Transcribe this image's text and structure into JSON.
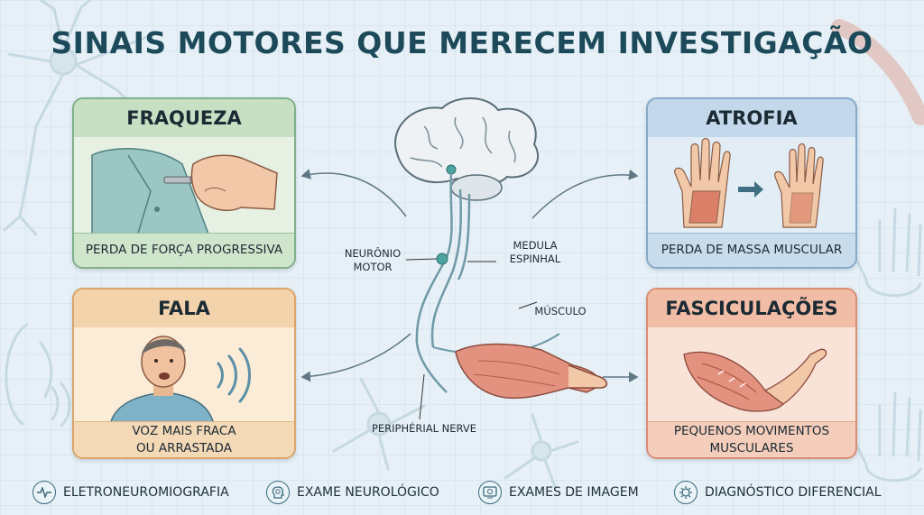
{
  "title": "SINAIS MOTORES QUE MERECEM INVESTIGAÇÃO",
  "cards": {
    "fraqueza": {
      "title": "FRAQUEZA",
      "caption": "PERDA DE FORÇA PROGRESSIVA"
    },
    "fala": {
      "title": "FALA",
      "caption_line1": "VOZ MAIS FRACA",
      "caption_line2": "OU ARRASTADA"
    },
    "atrofia": {
      "title": "ATROFIA",
      "caption": "PERDA DE MASSA MUSCULAR"
    },
    "fasciculacoes": {
      "title": "FASCICULAÇÕES",
      "caption_line1": "PEQUENOS MOVIMENTOS",
      "caption_line2": "MUSCULARES"
    }
  },
  "diagram_labels": {
    "neuronio_line1": "NEURÔNIO",
    "neuronio_line2": "MOTOR",
    "medula_line1": "MEDULA",
    "medula_line2": "ESPINHAL",
    "musculo": "MÚSCULO",
    "nerve": "PERIPHÉRIAL NERVE"
  },
  "bottom_items": [
    {
      "label": "ELETRONEUROMIOGRAFIA",
      "icon": "waveform-icon"
    },
    {
      "label": "EXAME NEUROLÓGICO",
      "icon": "head-brain-icon"
    },
    {
      "label": "EXAMES DE IMAGEM",
      "icon": "scan-monitor-icon"
    },
    {
      "label": "DIAGNÓSTICO DIFERENCIAL",
      "icon": "gear-brain-icon"
    }
  ],
  "colors": {
    "title": "#1d4a5a",
    "fraqueza": "#c7e0c4",
    "fala": "#f3d3ab",
    "atrofia": "#c3d8ea",
    "fasciculacoes": "#f2bda6",
    "muscle": "#d9735f",
    "nerve": "#6f9aa6"
  }
}
